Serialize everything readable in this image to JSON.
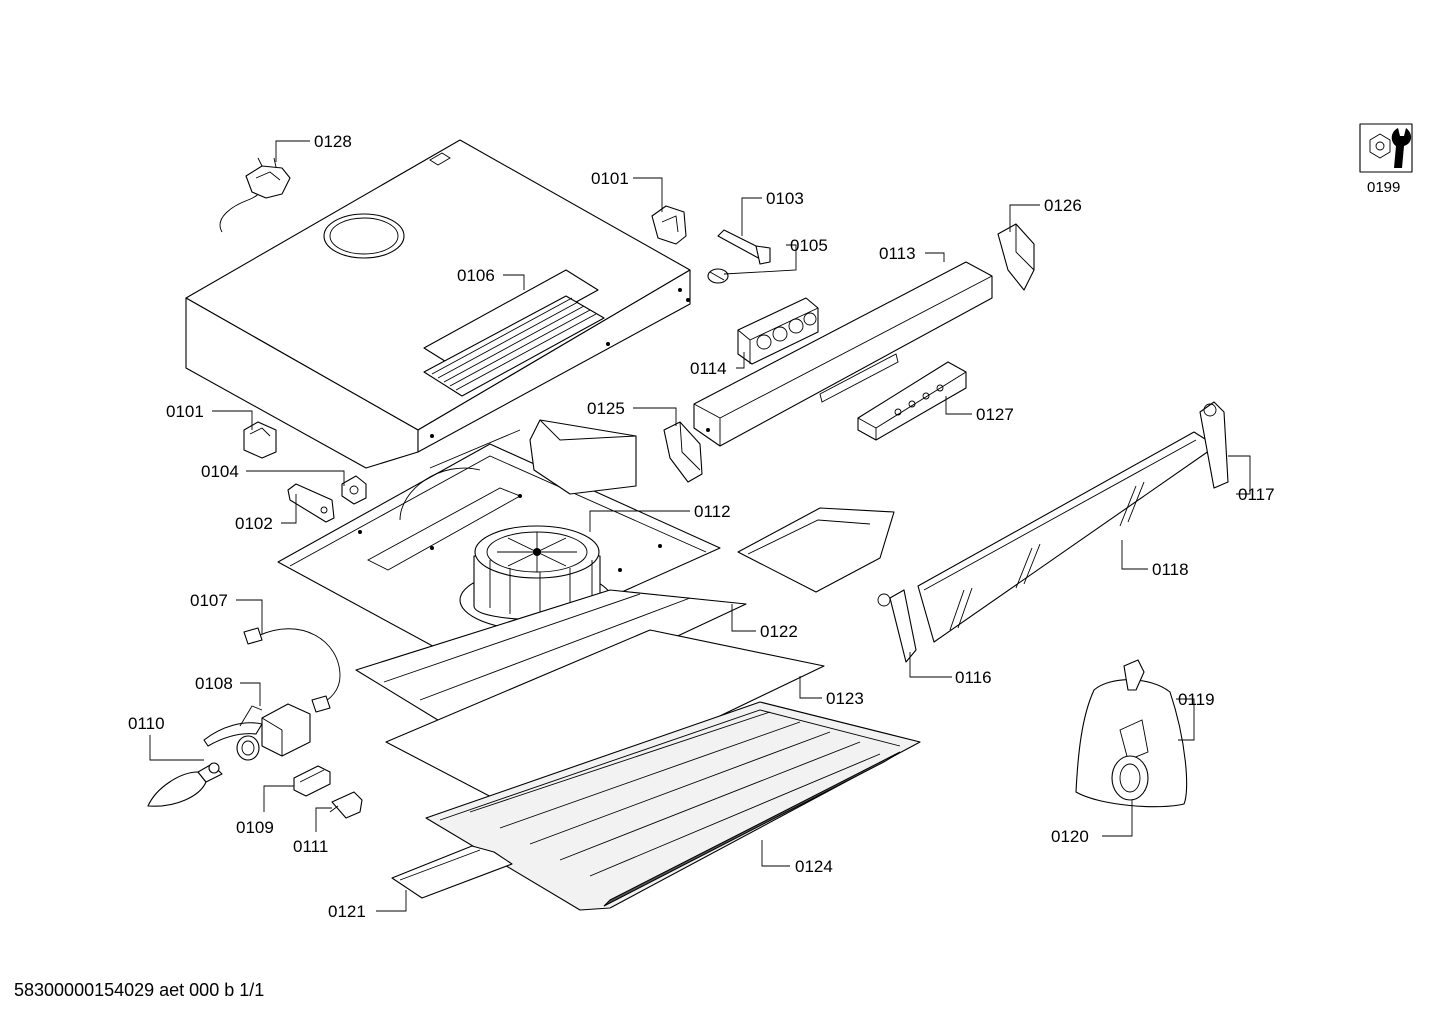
{
  "labels": {
    "p0128": "0128",
    "p0101a": "0101",
    "p0103": "0103",
    "p0105": "0105",
    "p0113": "0113",
    "p0126": "0126",
    "p0106": "0106",
    "p0114": "0114",
    "p0101b": "0101",
    "p0125": "0125",
    "p0127": "0127",
    "p0104": "0104",
    "p0102": "0102",
    "p0112": "0112",
    "p0117": "0117",
    "p0118": "0118",
    "p0107": "0107",
    "p0122": "0122",
    "p0116": "0116",
    "p0108": "0108",
    "p0123": "0123",
    "p0119": "0119",
    "p0110": "0110",
    "p0109": "0109",
    "p0111": "0111",
    "p0120": "0120",
    "p0124": "0124",
    "p0121": "0121",
    "p0199": "0199"
  },
  "footer": "58300000154029 aet 000 b 1/1",
  "icons": {
    "service": "wrench-nut-icon"
  }
}
